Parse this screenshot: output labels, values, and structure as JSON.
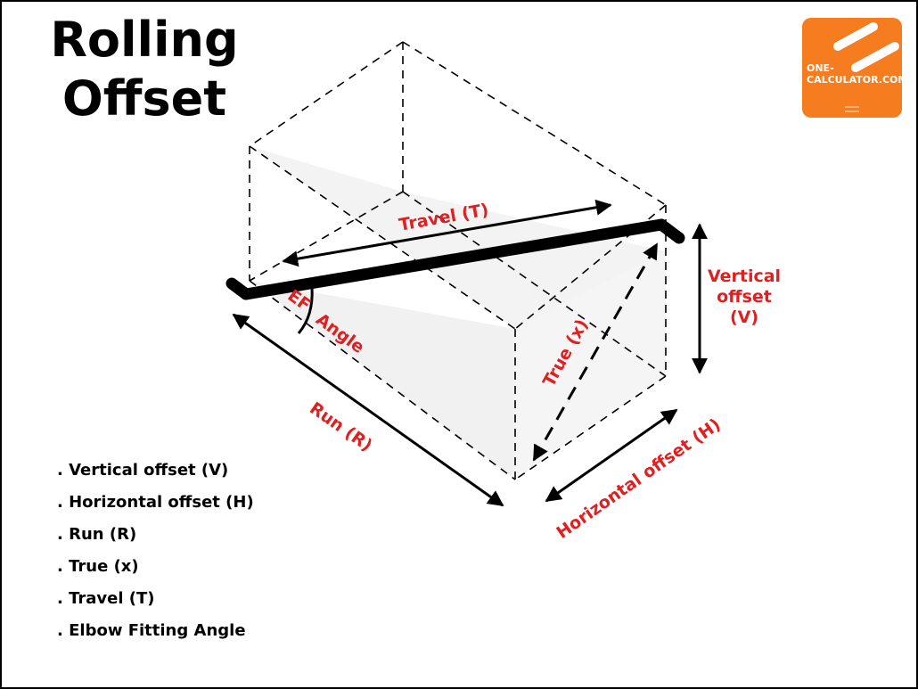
{
  "title": {
    "line1": "Rolling",
    "line2": "Offset"
  },
  "logo": {
    "line1": "ONE-",
    "line2": "CALCULATOR.COM",
    "color": "#f57c1f"
  },
  "labels": {
    "travel": "Travel (T)",
    "vertical_line1": "Vertical",
    "vertical_line2": "offset",
    "vertical_line3": "(V)",
    "ef": "EF",
    "angle": "Angle",
    "true": "True (x)",
    "run": "Run (R)",
    "horizontal": "Horizontal offset (H)"
  },
  "legend": [
    ". Vertical offset (V)",
    ". Horizontal offset (H)",
    ". Run (R)",
    ". True (x)",
    ". Travel (T)",
    ". Elbow Fitting Angle"
  ],
  "colors": {
    "label": "#e02020",
    "line": "#000000",
    "face_fill": "#f2f2f2"
  }
}
